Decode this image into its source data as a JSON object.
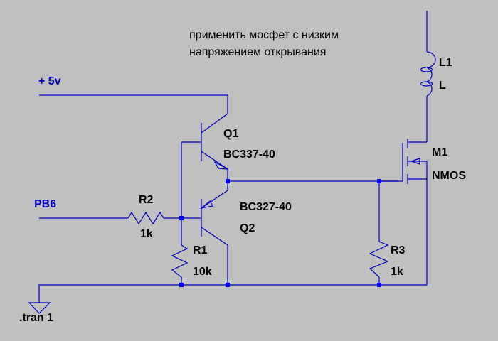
{
  "colors": {
    "background": "#c0c0c0",
    "wire": "#0000c0",
    "junction": "#0000ff",
    "text": "#000000"
  },
  "comment": {
    "line1": "применить мосфет с низким",
    "line2": "напряжением открывания"
  },
  "nets": {
    "vcc": "+ 5v",
    "input": "PB6"
  },
  "directive": ".tran 1",
  "components": {
    "q1": {
      "ref": "Q1",
      "value": "BC337-40",
      "icon": "npn-transistor-icon"
    },
    "q2": {
      "ref": "Q2",
      "value": "BC327-40",
      "icon": "pnp-transistor-icon"
    },
    "r1": {
      "ref": "R1",
      "value": "10k",
      "icon": "resistor-icon"
    },
    "r2": {
      "ref": "R2",
      "value": "1k",
      "icon": "resistor-icon"
    },
    "r3": {
      "ref": "R3",
      "value": "1k",
      "icon": "resistor-icon"
    },
    "m1": {
      "ref": "M1",
      "value": "NMOS",
      "icon": "nmos-icon"
    },
    "l1": {
      "ref": "L1",
      "value": "L",
      "icon": "inductor-icon"
    }
  }
}
